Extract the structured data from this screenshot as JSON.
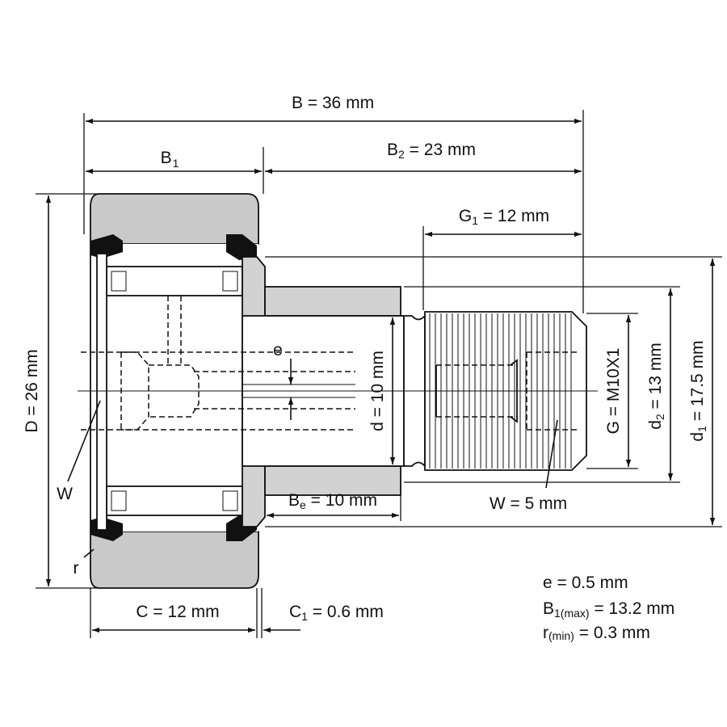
{
  "labels": {
    "B": "B = 36 mm",
    "B1_main": "B",
    "B1_sub": "1",
    "B2_main": "B",
    "B2_sub": "2",
    "B2_value": " = 23 mm",
    "G1_main": "G",
    "G1_sub": "1",
    "G1_value": " = 12 mm",
    "D": "D = 26 mm",
    "d": "d = 10 mm",
    "e": "e",
    "G": "G = M10X1",
    "d2_main": "d",
    "d2_sub": "2",
    "d2_value": " = 13 mm",
    "d1_main": "d",
    "d1_sub": "1",
    "d1_value": " = 17.5 mm",
    "W_left": "W",
    "W_right": "W = 5 mm",
    "Be_main": "B",
    "Be_sub": "e",
    "Be_value": " = 10 mm",
    "r": "r",
    "C": "C = 12 mm",
    "C1_main": "C",
    "C1_sub": "1",
    "C1_value": " = 0.6 mm"
  },
  "notes": {
    "e_line": "e = 0.5 mm",
    "b1max_main": "B",
    "b1max_sub": "1(max)",
    "b1max_value": " = 13.2 mm",
    "rmin_main": "r",
    "rmin_sub": "(min)",
    "rmin_value": " = 0.3 mm"
  },
  "colors": {
    "line": "#111111",
    "roller_fill": "#c9c9c9",
    "stud_fill": "#d2d2d2",
    "background": "#ffffff"
  }
}
